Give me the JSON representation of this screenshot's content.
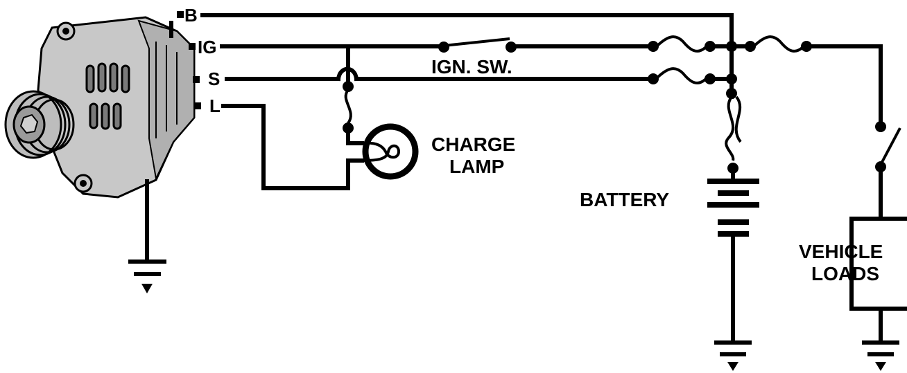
{
  "diagram": {
    "terminals": {
      "b": "B",
      "ig": "IG",
      "s": "S",
      "l": "L"
    },
    "labels": {
      "ign_switch": "IGN. SW.",
      "charge_lamp_line1": "CHARGE",
      "charge_lamp_line2": "LAMP",
      "battery": "BATTERY",
      "vehicle_loads_line1": "VEHICLE",
      "vehicle_loads_line2": "LOADS"
    },
    "colors": {
      "ink": "#000000",
      "alternator_body": "#c8c8c8",
      "alternator_shade": "#9a9a9a",
      "background": "#ffffff"
    }
  }
}
